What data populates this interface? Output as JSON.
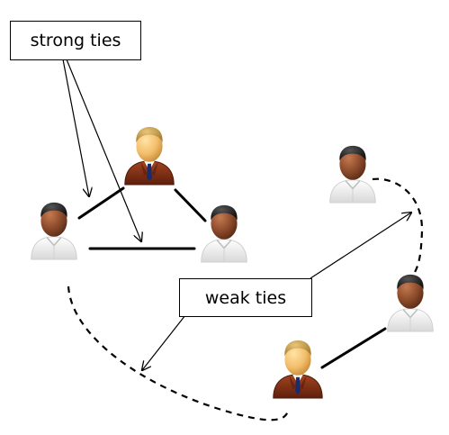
{
  "labels": {
    "strong_ties": "strong ties",
    "weak_ties": "weak ties"
  },
  "legend_semantics": {
    "strong_tie_style": "solid",
    "weak_tie_style": "dashed"
  },
  "people": [
    {
      "id": "left-man",
      "role": "person",
      "shirt": "white"
    },
    {
      "id": "top-businessman",
      "role": "person",
      "shirt": "suit"
    },
    {
      "id": "middle-man",
      "role": "person",
      "shirt": "white"
    },
    {
      "id": "top-right-man",
      "role": "person",
      "shirt": "white"
    },
    {
      "id": "right-man",
      "role": "person",
      "shirt": "white"
    },
    {
      "id": "bottom-businessman",
      "role": "person",
      "shirt": "suit"
    }
  ],
  "ties": [
    {
      "from": "left-man",
      "to": "top-businessman",
      "type": "strong"
    },
    {
      "from": "top-businessman",
      "to": "middle-man",
      "type": "strong"
    },
    {
      "from": "left-man",
      "to": "middle-man",
      "type": "strong"
    },
    {
      "from": "bottom-businessman",
      "to": "right-man",
      "type": "strong"
    },
    {
      "from": "top-right-man",
      "to": "right-man",
      "type": "weak"
    },
    {
      "from": "left-man",
      "to": "bottom-businessman",
      "type": "weak"
    }
  ],
  "colors": {
    "line": "#000000",
    "skin_dark": "#8b4a2b",
    "skin_light": "#f3be6b",
    "hair_dark": "#2a2a2a",
    "hair_light": "#c9a14a",
    "suit": "#7a2a12",
    "shirt_white": "#f2f2f2",
    "tie_blue": "#1c2b6b"
  }
}
